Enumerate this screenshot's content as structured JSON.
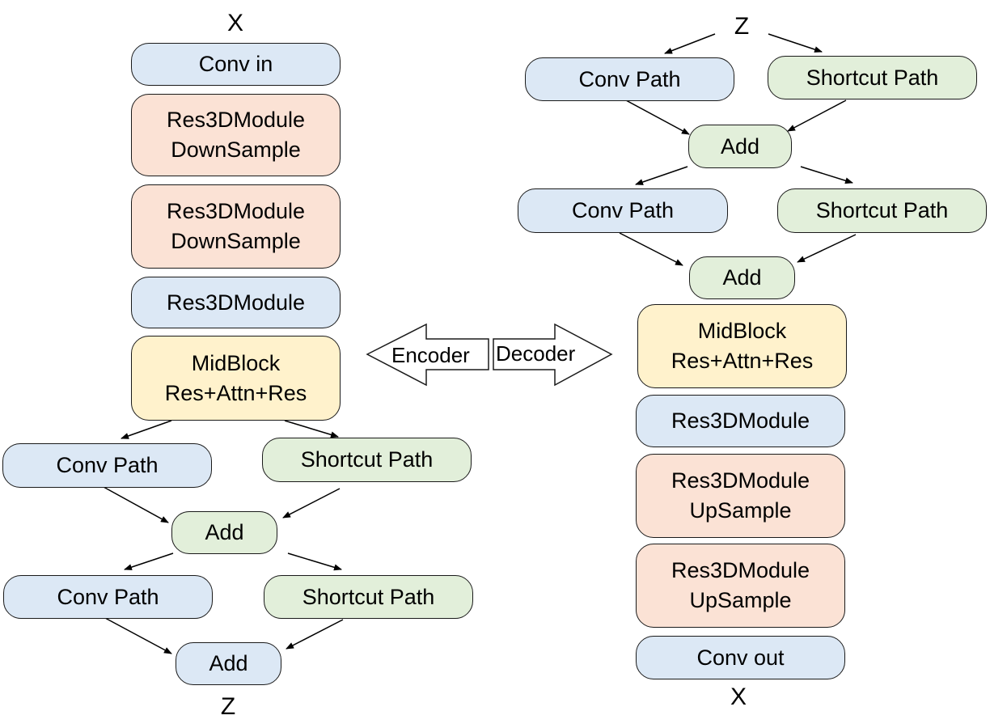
{
  "encoder": {
    "input_label": "X",
    "output_label": "Z",
    "conv_in": "Conv in",
    "down1": "Res3DModule\nDownSample",
    "down2": "Res3DModule\nDownSample",
    "res3d": "Res3DModule",
    "midblock": "MidBlock\nRes+Attn+Res",
    "conv_path_1": "Conv Path",
    "shortcut_path_1": "Shortcut Path",
    "add_1": "Add",
    "conv_path_2": "Conv Path",
    "shortcut_path_2": "Shortcut Path",
    "add_2": "Add"
  },
  "decoder": {
    "input_label": "Z",
    "output_label": "X",
    "conv_path_1": "Conv Path",
    "shortcut_path_1": "Shortcut Path",
    "add_1": "Add",
    "conv_path_2": "Conv Path",
    "shortcut_path_2": "Shortcut Path",
    "add_2": "Add",
    "midblock": "MidBlock\nRes+Attn+Res",
    "res3d": "Res3DModule",
    "up1": "Res3DModule\nUpSample",
    "up2": "Res3DModule\nUpSample",
    "conv_out": "Conv out"
  },
  "center": {
    "encoder_label": "Encoder",
    "decoder_label": "Decoder"
  },
  "colors": {
    "blue": "#dce8f5",
    "orange": "#fbe2d5",
    "yellow": "#fff2cc",
    "green": "#e2efda",
    "stroke": "#1a1a1a"
  }
}
